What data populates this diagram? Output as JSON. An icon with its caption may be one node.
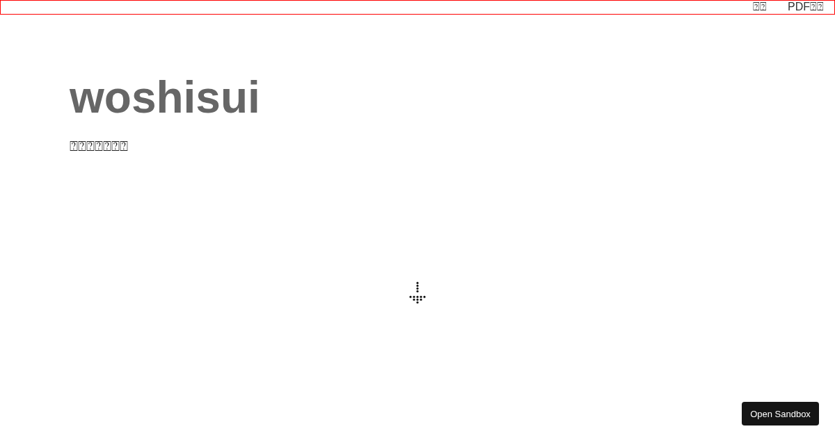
{
  "diagram": {
    "title": "woshisui",
    "labels": [
      "⍰⍰",
      "PDF⍰⍰",
      "⍰⍰⍰⍰⍰⍰⍰",
      "Open Sandbox"
    ]
  }
}
